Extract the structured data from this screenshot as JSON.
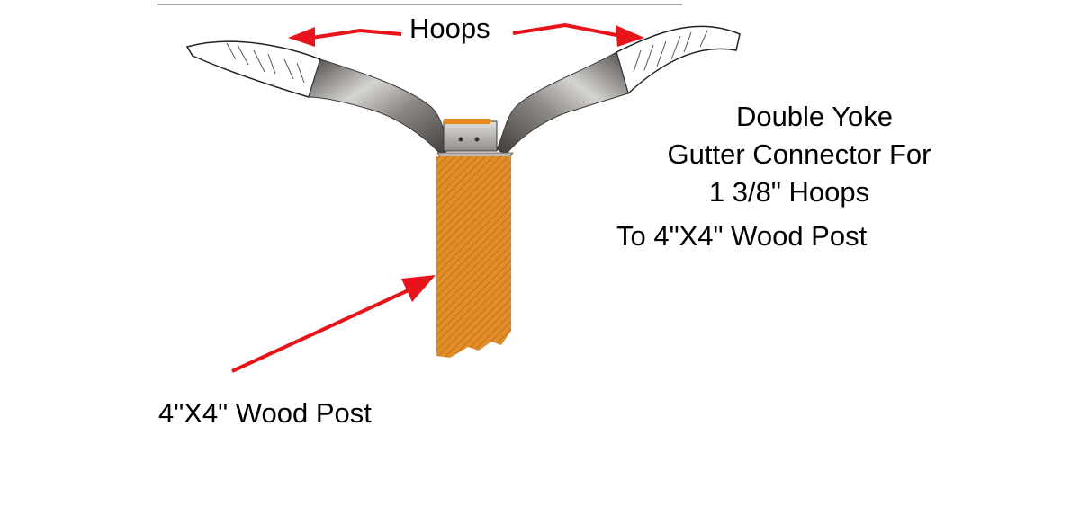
{
  "labels": {
    "hoops": "Hoops",
    "title_line1": "Double Yoke",
    "title_line2": "Gutter Connector For",
    "title_line3": "1 3/8\" Hoops",
    "title_line4": "To 4\"X4\" Wood Post",
    "post": "4\"X4\" Wood Post"
  },
  "colors": {
    "arrow": "#e8141b",
    "post_wood": "#e08d2a",
    "post_grain": "#c77018",
    "metal_dark": "#5d5a57",
    "metal_light": "#d4d2cf",
    "hoop_outline": "#222222",
    "hoop_fill": "#ffffff"
  }
}
